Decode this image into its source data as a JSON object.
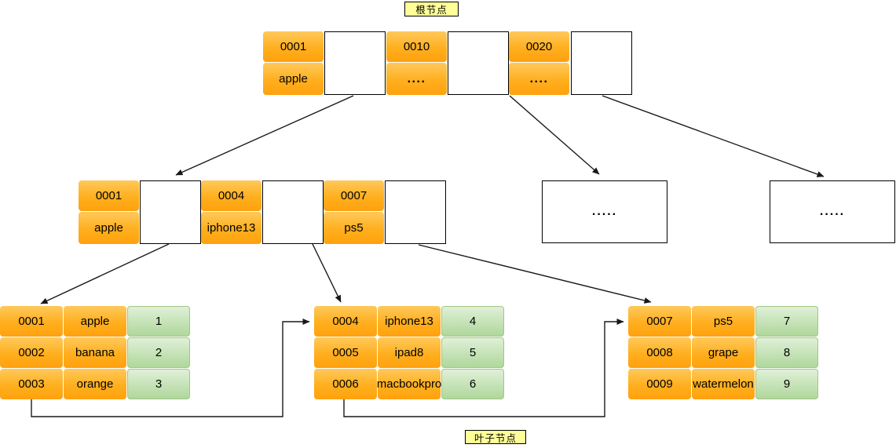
{
  "labels": {
    "root": "根节点",
    "leaf": "叶子节点"
  },
  "colors": {
    "orange_top": "#FFC95B",
    "orange_mid": "#FFAF1E",
    "orange_bottom": "#FFA10E",
    "green_top": "#E0F0D8",
    "green_bottom": "#AFD79B",
    "green_border": "#A3C585",
    "label_bg": "#FFFF99",
    "line": "#191919"
  },
  "root_node": {
    "entries": [
      {
        "key": "0001",
        "value": "apple"
      },
      {
        "key": "0010",
        "value": "...."
      },
      {
        "key": "0020",
        "value": "...."
      }
    ]
  },
  "internal_nodes": {
    "left": {
      "entries": [
        {
          "key": "0001",
          "value": "apple"
        },
        {
          "key": "0004",
          "value": "iphone13"
        },
        {
          "key": "0007",
          "value": "ps5"
        }
      ]
    },
    "middle": {
      "text": "....."
    },
    "right": {
      "text": "....."
    }
  },
  "leaf_nodes": [
    {
      "rows": [
        {
          "key": "0001",
          "name": "apple",
          "value": "1"
        },
        {
          "key": "0002",
          "name": "banana",
          "value": "2"
        },
        {
          "key": "0003",
          "name": "orange",
          "value": "3"
        }
      ]
    },
    {
      "rows": [
        {
          "key": "0004",
          "name": "iphone13",
          "value": "4"
        },
        {
          "key": "0005",
          "name": "ipad8",
          "value": "5"
        },
        {
          "key": "0006",
          "name": "macbookpro",
          "value": "6"
        }
      ]
    },
    {
      "rows": [
        {
          "key": "0007",
          "name": "ps5",
          "value": "7"
        },
        {
          "key": "0008",
          "name": "grape",
          "value": "8"
        },
        {
          "key": "0009",
          "name": "watermelon",
          "value": "9"
        }
      ]
    }
  ]
}
